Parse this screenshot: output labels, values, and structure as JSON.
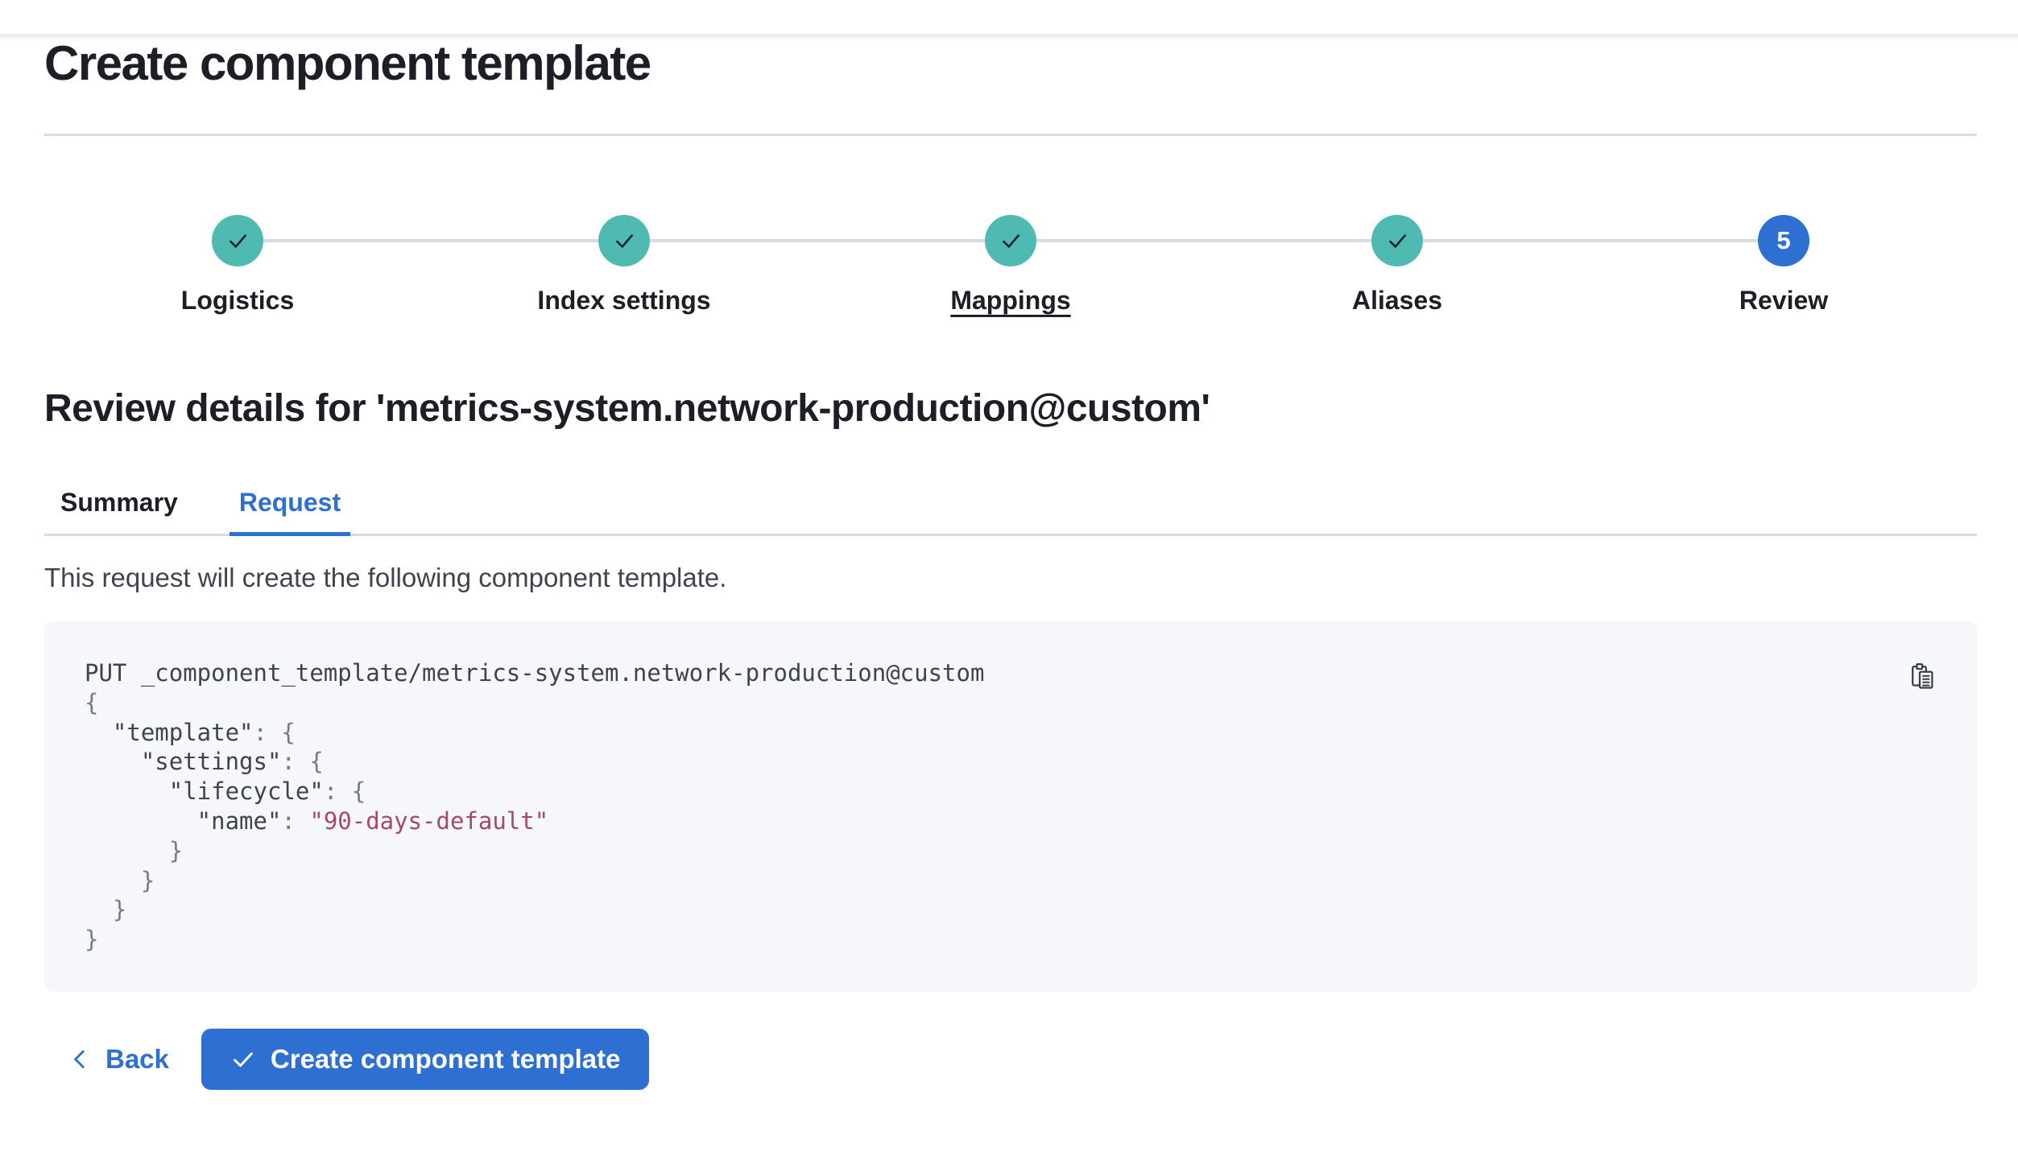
{
  "page": {
    "title": "Create component template"
  },
  "colors": {
    "accent": "#2e6fd2",
    "success_teal": "#4fbab2",
    "ink": "#1c1f26",
    "body_text": "#3f4450",
    "border": "#d6dbe5",
    "panel_bg": "#f6f7fa",
    "code_string": "#a44a66"
  },
  "stepper": {
    "steps": [
      {
        "label": "Logistics",
        "state": "complete",
        "icon": "check-icon"
      },
      {
        "label": "Index settings",
        "state": "complete",
        "icon": "check-icon"
      },
      {
        "label": "Mappings",
        "state": "complete",
        "icon": "check-icon",
        "underlined": true
      },
      {
        "label": "Aliases",
        "state": "complete",
        "icon": "check-icon"
      },
      {
        "label": "Review",
        "state": "current",
        "number": "5"
      }
    ]
  },
  "review": {
    "heading": "Review details for 'metrics-system.network-production@custom'"
  },
  "tabs": [
    {
      "label": "Summary",
      "active": false
    },
    {
      "label": "Request",
      "active": true
    }
  ],
  "request_tab": {
    "description": "This request will create the following component template.",
    "copy_icon": "copy-clipboard-icon"
  },
  "code": {
    "lines": [
      [
        [
          "k",
          "PUT _component_template/metrics-system.network-production@custom"
        ]
      ],
      [
        [
          "p",
          "{"
        ]
      ],
      [
        [
          "k",
          "  \"template\""
        ],
        [
          "p",
          ": {"
        ]
      ],
      [
        [
          "k",
          "    \"settings\""
        ],
        [
          "p",
          ": {"
        ]
      ],
      [
        [
          "k",
          "      \"lifecycle\""
        ],
        [
          "p",
          ": {"
        ]
      ],
      [
        [
          "k",
          "        \"name\""
        ],
        [
          "p",
          ": "
        ],
        [
          "s",
          "\"90-days-default\""
        ]
      ],
      [
        [
          "p",
          "      }"
        ]
      ],
      [
        [
          "p",
          "    }"
        ]
      ],
      [
        [
          "p",
          "  }"
        ]
      ],
      [
        [
          "p",
          "}"
        ]
      ]
    ]
  },
  "footer": {
    "back_label": "Back",
    "create_label": "Create component template"
  }
}
